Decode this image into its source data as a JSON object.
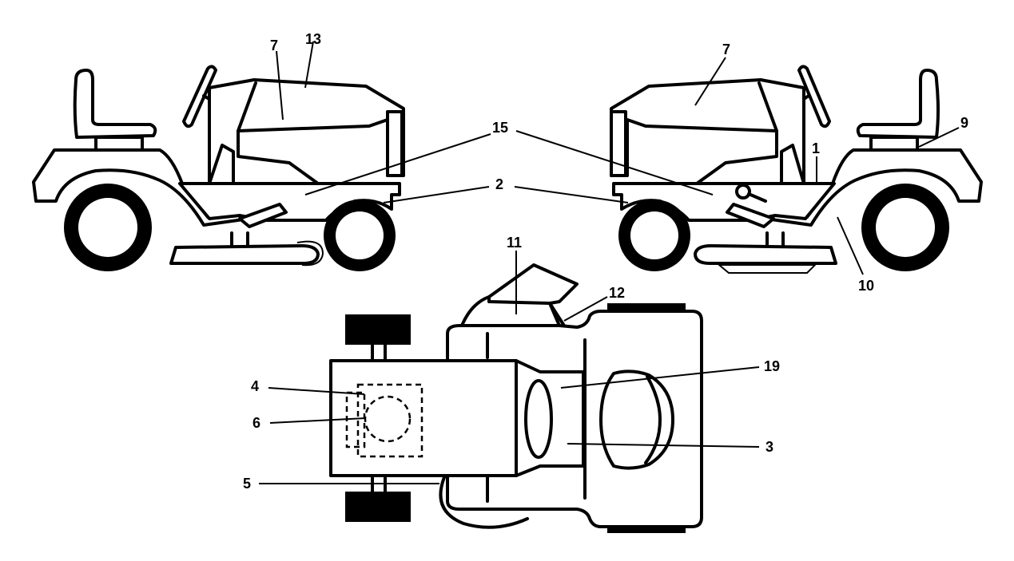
{
  "callouts": {
    "c7_left": "7",
    "c13": "13",
    "c15": "15",
    "c2": "2",
    "c7_right": "7",
    "c9": "9",
    "c1": "1",
    "c10": "10",
    "c11": "11",
    "c12": "12",
    "c19": "19",
    "c4": "4",
    "c6": "6",
    "c3": "3",
    "c5": "5"
  }
}
